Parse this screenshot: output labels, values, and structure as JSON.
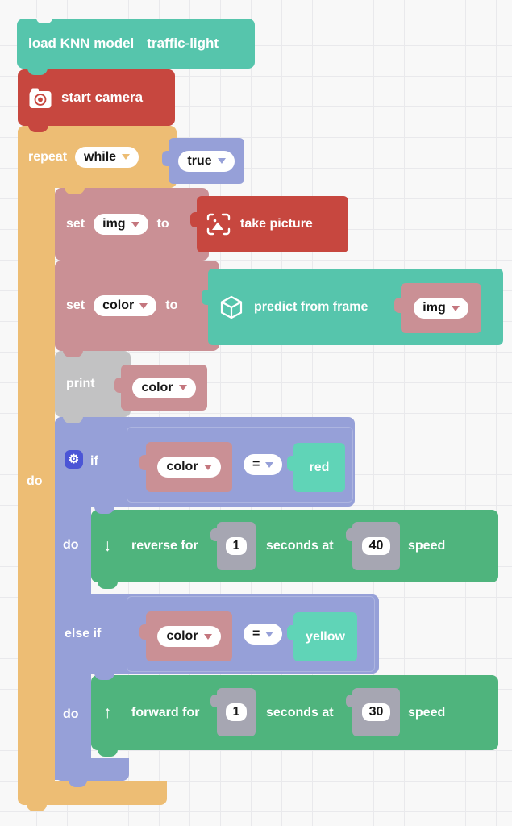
{
  "colors": {
    "teal": "#56c5ac",
    "teal_light": "#60d4b7",
    "red": "#c7473f",
    "orange": "#edbd74",
    "purple": "#96a0d8",
    "pink": "#ca9095",
    "pink_dark": "#c4767e",
    "gray": "#c2c2c3",
    "slate": "#a6a6b2",
    "green": "#4fb47d",
    "gear": "#4b55d6",
    "bg": "#f8f8f8",
    "grid": "#e9e9ec"
  },
  "blocks": {
    "load_model": {
      "label": "load KNN model",
      "model_name": "traffic-light"
    },
    "start_camera": {
      "label": "start camera"
    },
    "repeat": {
      "label": "repeat",
      "mode": "while",
      "do_label": "do"
    },
    "true_value": {
      "value": "true"
    },
    "set_img": {
      "set": "set",
      "var": "img",
      "to": "to"
    },
    "take_picture": {
      "label": "take picture"
    },
    "set_color": {
      "set": "set",
      "var": "color",
      "to": "to"
    },
    "predict": {
      "label": "predict from frame",
      "arg": "img"
    },
    "print": {
      "label": "print",
      "arg": "color"
    },
    "if_block": {
      "if_label": "if",
      "do1": "do",
      "else_if": "else if",
      "do2": "do",
      "gear_icon": "⚙"
    },
    "condition1": {
      "left": "color",
      "op": "=",
      "right": "red"
    },
    "condition2": {
      "left": "color",
      "op": "=",
      "right": "yellow"
    },
    "reverse": {
      "icon": "↓",
      "label1": "reverse for",
      "duration": "1",
      "label2": "seconds at",
      "speed": "40",
      "label3": "speed"
    },
    "forward": {
      "icon": "↑",
      "label1": "forward for",
      "duration": "1",
      "label2": "seconds at",
      "speed": "30",
      "label3": "speed"
    }
  }
}
